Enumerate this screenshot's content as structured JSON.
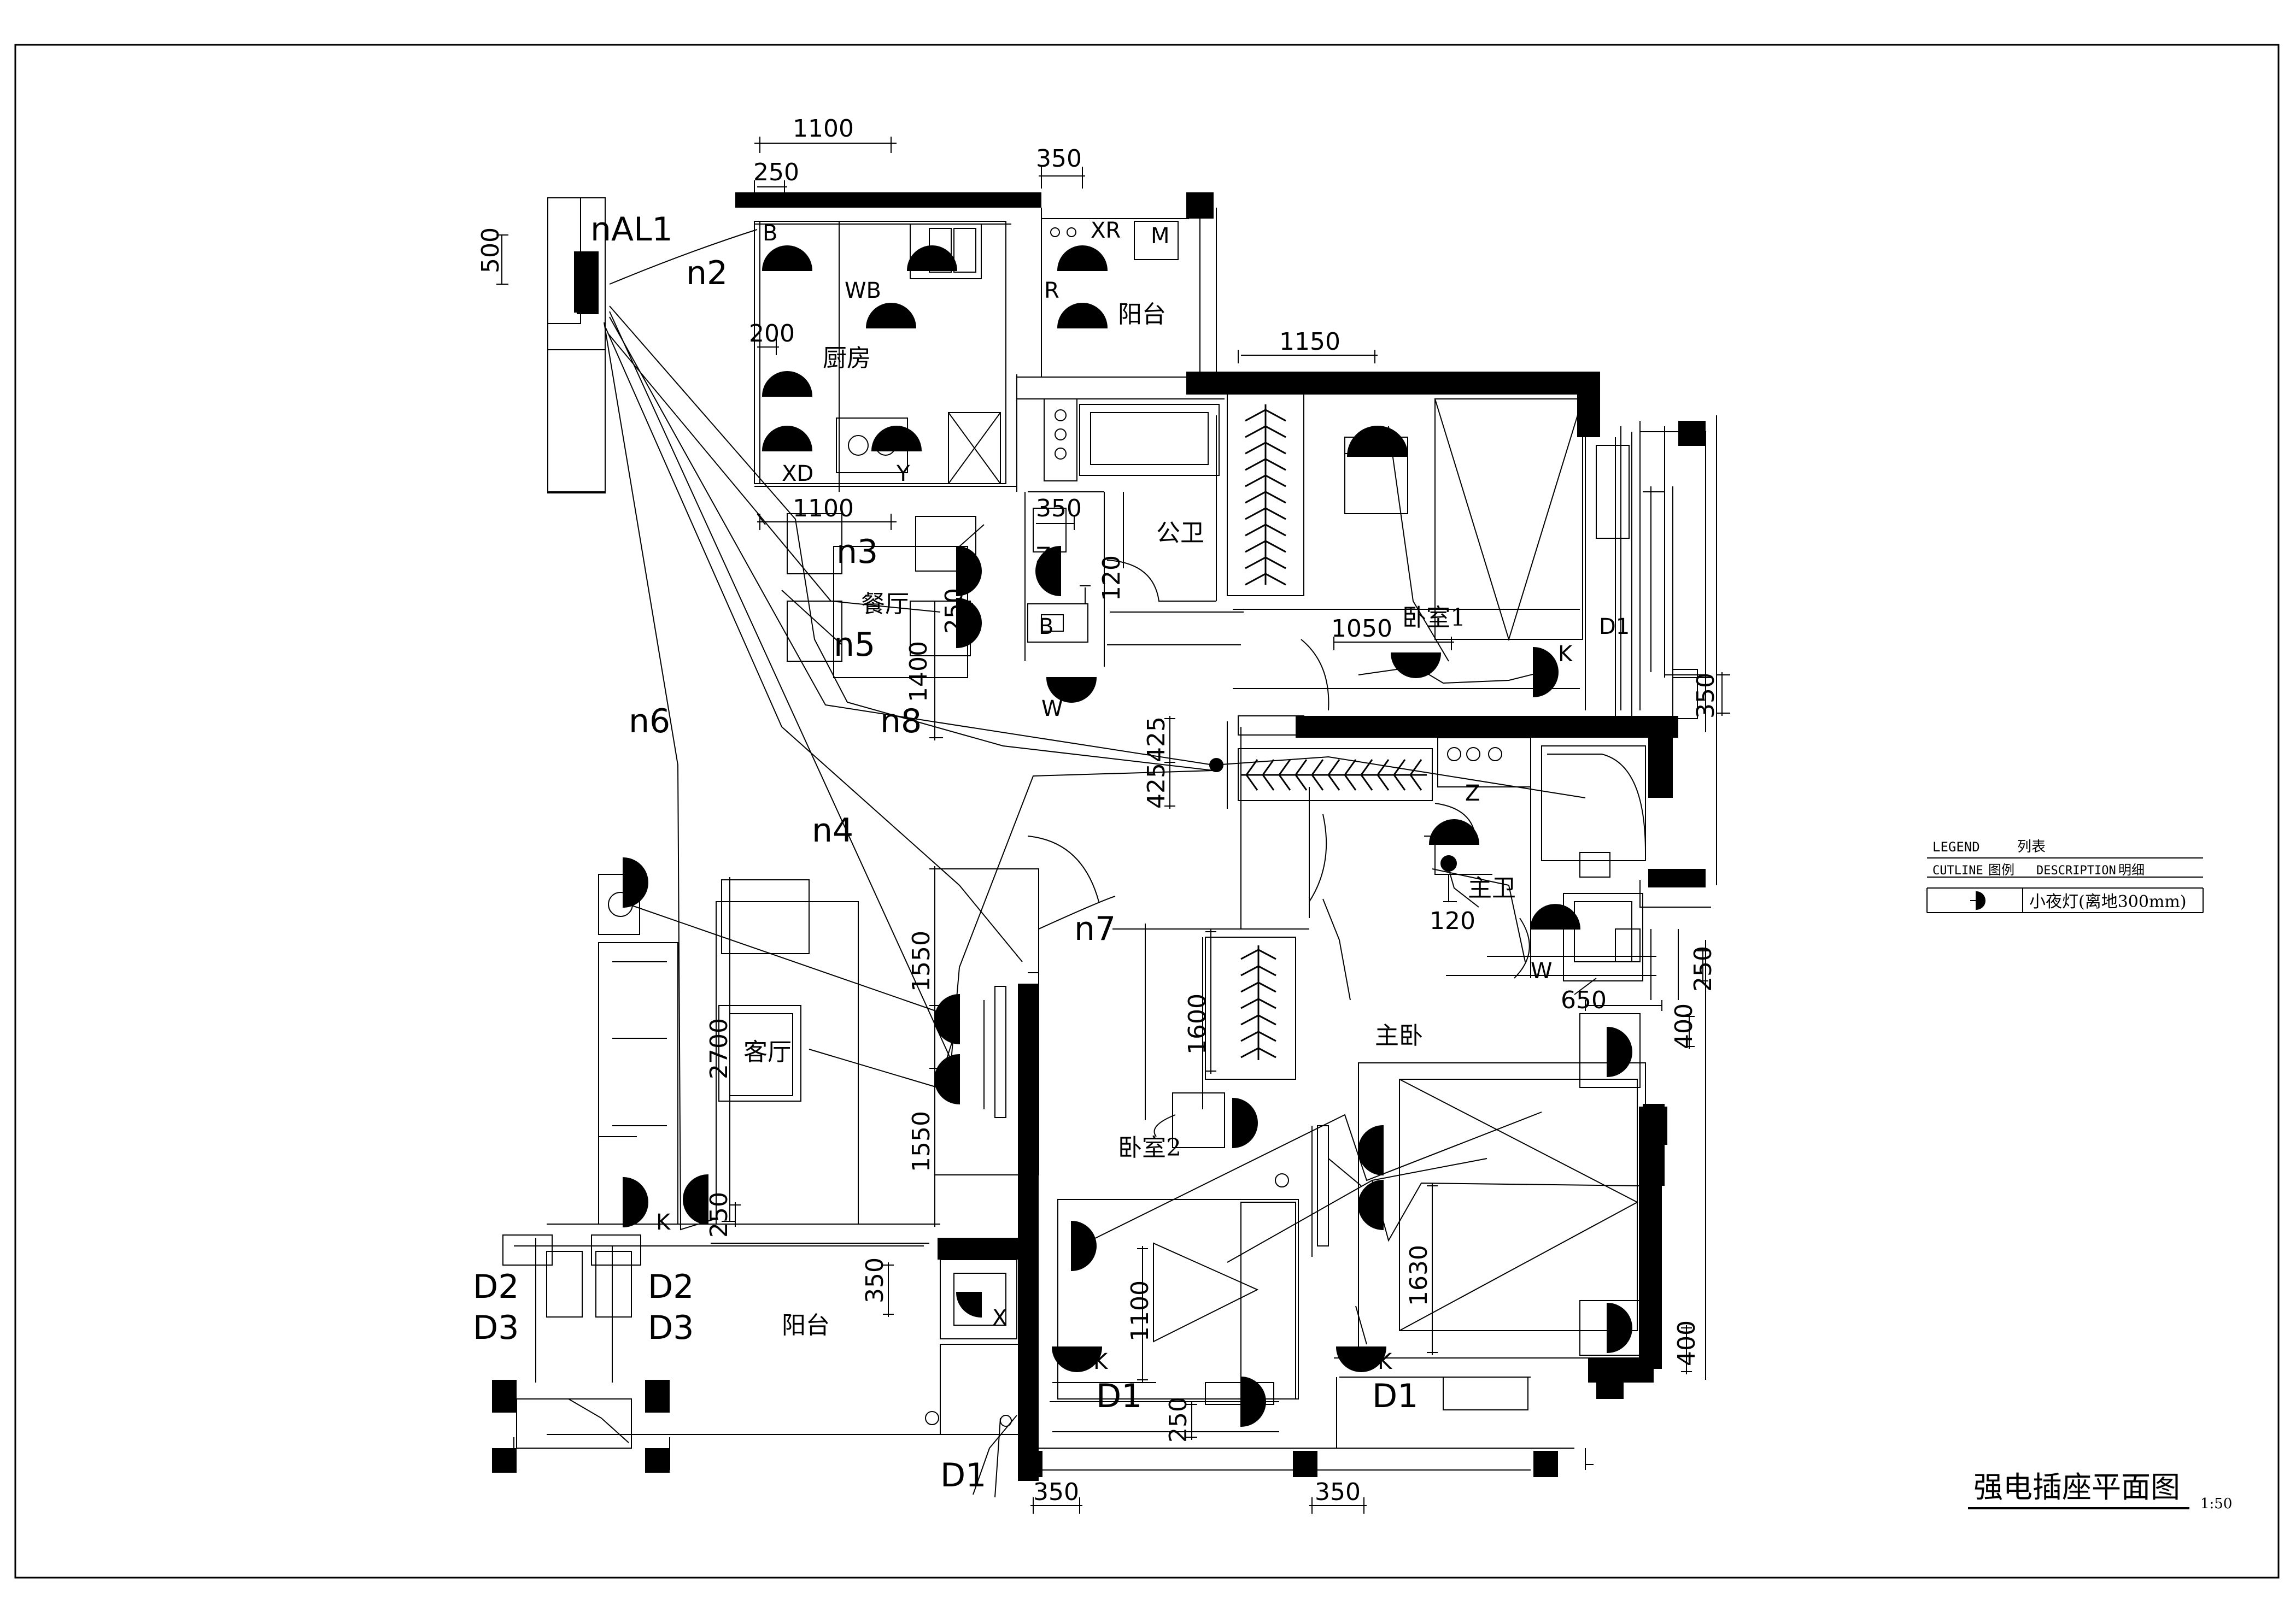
{
  "drawing": {
    "title": "强电插座平面图",
    "scale": "1:50",
    "colors": {
      "ink": "#000000",
      "paper": "#ffffff"
    }
  },
  "legend": {
    "title_en": "LEGEND",
    "title_cn": "列表",
    "header_en": "CUTLINE",
    "header_cn": "图例",
    "header2_en": "DESCRIPTION",
    "header2_cn": "明细",
    "row_description": "小夜灯(离地300mm)",
    "row_symbol_icon": "night-light-symbol-icon"
  },
  "panel": {
    "label": "nAL1",
    "dim": "500"
  },
  "circuits": [
    "n2",
    "n3",
    "n5",
    "n8",
    "n6",
    "n4",
    "n7"
  ],
  "rooms": {
    "kitchen": "厨房",
    "balcony_north": "阳台",
    "dining": "餐厅",
    "public_bath": "公卫",
    "bedroom1": "卧室1",
    "master_bath": "主卫",
    "living": "客厅",
    "bedroom2": "卧室2",
    "master_bed": "主卧",
    "balcony_south": "阳台"
  },
  "codes": {
    "b": "B",
    "wb": "WB",
    "xr": "XR",
    "r": "R",
    "m": "M",
    "xd": "XD",
    "y": "Y",
    "z1": "Z",
    "b2": "B",
    "w1": "W",
    "k1": "K",
    "d1_north": "D1",
    "z2": "Z",
    "w2": "W",
    "k_living": "K",
    "d2_left": "D2",
    "d3_left": "D3",
    "d2_right": "D2",
    "d3_right": "D3",
    "x_balcony": "X",
    "d1_balcony": "D1",
    "k_bed2": "K",
    "d1_bed2": "D1",
    "k_master": "K",
    "d1_master": "D1"
  },
  "dimensions": {
    "kitchen_top": "1100",
    "kitchen_left": "250",
    "balcony_top": "350",
    "kitchen_200": "200",
    "kitchen_bottom": "1100",
    "bedroom1_top": "1150",
    "bath_350": "350",
    "bath_120": "120",
    "dining_250": "250",
    "dining_1400": "1400",
    "bedroom1_1050": "1050",
    "bedroom1_350": "350",
    "hall_425a": "425",
    "hall_425b": "425",
    "master_bath_120": "120",
    "master_bath_250": "250",
    "master_650": "650",
    "master_400a": "400",
    "living_1550a": "1550",
    "living_1550b": "1550",
    "living_2700": "2700",
    "living_250": "250",
    "bed2_1600": "1600",
    "balcony_350": "350",
    "bed2_1100": "1100",
    "master_1630": "1630",
    "master_400b": "400",
    "bed2_250": "250",
    "bottom_350a": "350",
    "bottom_350b": "350"
  }
}
